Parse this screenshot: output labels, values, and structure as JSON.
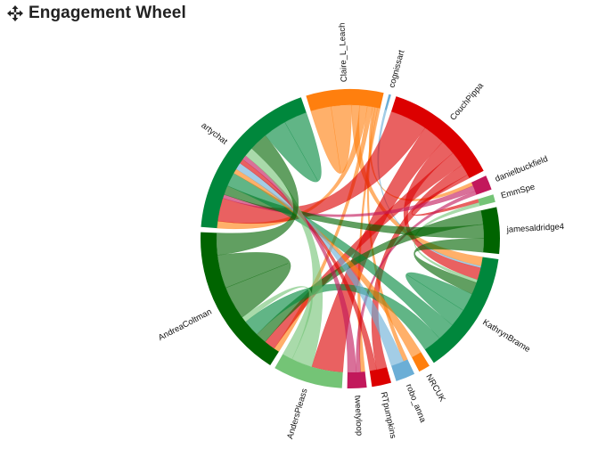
{
  "header": {
    "title": "Engagement Wheel",
    "icon": "move-arrows-icon"
  },
  "chart_data": {
    "type": "chord",
    "title": "Engagement Wheel",
    "groups": [
      {
        "name": "Claire_L_Leach",
        "color": "#ff7f0e",
        "weight": 10
      },
      {
        "name": "cognissart",
        "color": "#6baed6",
        "weight": 0.3
      },
      {
        "name": "CouchPippa",
        "color": "#dc0000",
        "weight": 15
      },
      {
        "name": "danielbuckfield",
        "color": "#c2185b",
        "weight": 1.9
      },
      {
        "name": "EmmSpe",
        "color": "#74c476",
        "weight": 1.0
      },
      {
        "name": "jamesaldridge4",
        "color": "#006400",
        "weight": 6.0
      },
      {
        "name": "KathrynBrame",
        "color": "#00873c",
        "weight": 16
      },
      {
        "name": "NRCUK",
        "color": "#ff7f0e",
        "weight": 1.5
      },
      {
        "name": "robo_anna",
        "color": "#6baed6",
        "weight": 2.5
      },
      {
        "name": "RTpumpkins",
        "color": "#dc0000",
        "weight": 2.5
      },
      {
        "name": "tweetyloop",
        "color": "#c2185b",
        "weight": 2.5
      },
      {
        "name": "AndersPleass",
        "color": "#74c476",
        "weight": 9
      },
      {
        "name": "AndreaColtman",
        "color": "#006400",
        "weight": 20
      },
      {
        "name": "artychat",
        "color": "#00873c",
        "weight": 22
      }
    ],
    "chords": [
      {
        "source": "Claire_L_Leach",
        "target": "Claire_L_Leach",
        "value": 4
      },
      {
        "source": "Claire_L_Leach",
        "target": "KathrynBrame",
        "value": 1.5
      },
      {
        "source": "Claire_L_Leach",
        "target": "artychat",
        "value": 1.5
      },
      {
        "source": "Claire_L_Leach",
        "target": "AndreaColtman",
        "value": 1
      },
      {
        "source": "Claire_L_Leach",
        "target": "danielbuckfield",
        "value": 0.5
      },
      {
        "source": "Claire_L_Leach",
        "target": "robo_anna",
        "value": 0.5
      },
      {
        "source": "Claire_L_Leach",
        "target": "tweetyloop",
        "value": 0.5
      },
      {
        "source": "cognissart",
        "target": "KathrynBrame",
        "value": 0.3
      },
      {
        "source": "CouchPippa",
        "target": "artychat",
        "value": 5
      },
      {
        "source": "CouchPippa",
        "target": "AndersPleass",
        "value": 3
      },
      {
        "source": "CouchPippa",
        "target": "KathrynBrame",
        "value": 2
      },
      {
        "source": "CouchPippa",
        "target": "AndreaColtman",
        "value": 2
      },
      {
        "source": "CouchPippa",
        "target": "RTpumpkins",
        "value": 1.5
      },
      {
        "source": "CouchPippa",
        "target": "EmmSpe",
        "value": 0.5
      },
      {
        "source": "danielbuckfield",
        "target": "artychat",
        "value": 0.8
      },
      {
        "source": "danielbuckfield",
        "target": "tweetyloop",
        "value": 0.5
      },
      {
        "source": "EmmSpe",
        "target": "KathrynBrame",
        "value": 0.5
      },
      {
        "source": "jamesaldridge4",
        "target": "AndreaColtman",
        "value": 2
      },
      {
        "source": "jamesaldridge4",
        "target": "artychat",
        "value": 2
      },
      {
        "source": "jamesaldridge4",
        "target": "KathrynBrame",
        "value": 2
      },
      {
        "source": "KathrynBrame",
        "target": "KathrynBrame",
        "value": 3
      },
      {
        "source": "KathrynBrame",
        "target": "artychat",
        "value": 3
      },
      {
        "source": "KathrynBrame",
        "target": "AndreaColtman",
        "value": 3
      },
      {
        "source": "NRCUK",
        "target": "artychat",
        "value": 1
      },
      {
        "source": "robo_anna",
        "target": "artychat",
        "value": 1.5
      },
      {
        "source": "RTpumpkins",
        "target": "artychat",
        "value": 1
      },
      {
        "source": "tweetyloop",
        "target": "artychat",
        "value": 1
      },
      {
        "source": "AndersPleass",
        "target": "artychat",
        "value": 2
      },
      {
        "source": "AndersPleass",
        "target": "AndreaColtman",
        "value": 1
      },
      {
        "source": "AndreaColtman",
        "target": "AndreaColtman",
        "value": 6
      },
      {
        "source": "AndreaColtman",
        "target": "artychat",
        "value": 4
      },
      {
        "source": "artychat",
        "target": "artychat",
        "value": 5
      }
    ]
  }
}
